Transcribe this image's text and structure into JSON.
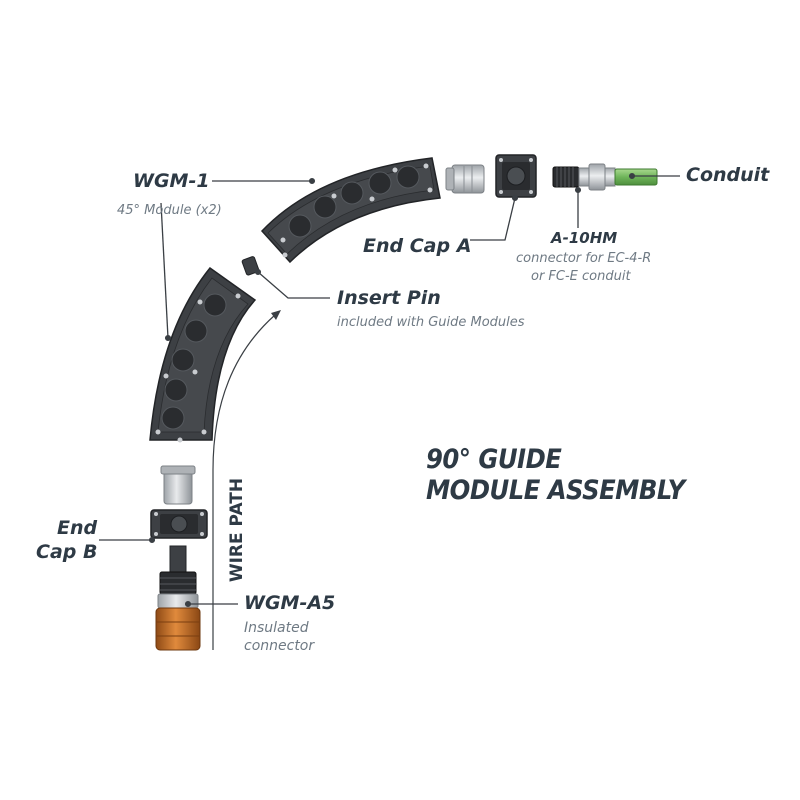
{
  "title": {
    "line1": "90° GUIDE",
    "line2": "MODULE ASSEMBLY"
  },
  "wire_path": "WIRE PATH",
  "components": {
    "wgm1": {
      "name": "WGM-1",
      "desc": "45° Module (x2)"
    },
    "end_cap_a": {
      "name": "End Cap A"
    },
    "a10hm": {
      "name": "A-10HM",
      "desc_line1": "connector for EC-4-R",
      "desc_line2": "or FC-E conduit"
    },
    "conduit": {
      "name": "Conduit"
    },
    "insert_pin": {
      "name": "Insert Pin",
      "desc": "included with Guide Modules"
    },
    "end_cap_b": {
      "name_line1": "End",
      "name_line2": "Cap B"
    },
    "wgma5": {
      "name": "WGM-A5",
      "desc_line1": "Insulated",
      "desc_line2": "connector"
    }
  },
  "colors": {
    "module_body": "#3d4044",
    "module_dark": "#2a2c2f",
    "leader_line": "#3a3f44",
    "conduit_green": "#7fbf6a",
    "brass_orange": "#c8742a",
    "silver": "#c9ccd0",
    "label_text": "#2e3a45",
    "sub_text": "#6f7a84"
  }
}
